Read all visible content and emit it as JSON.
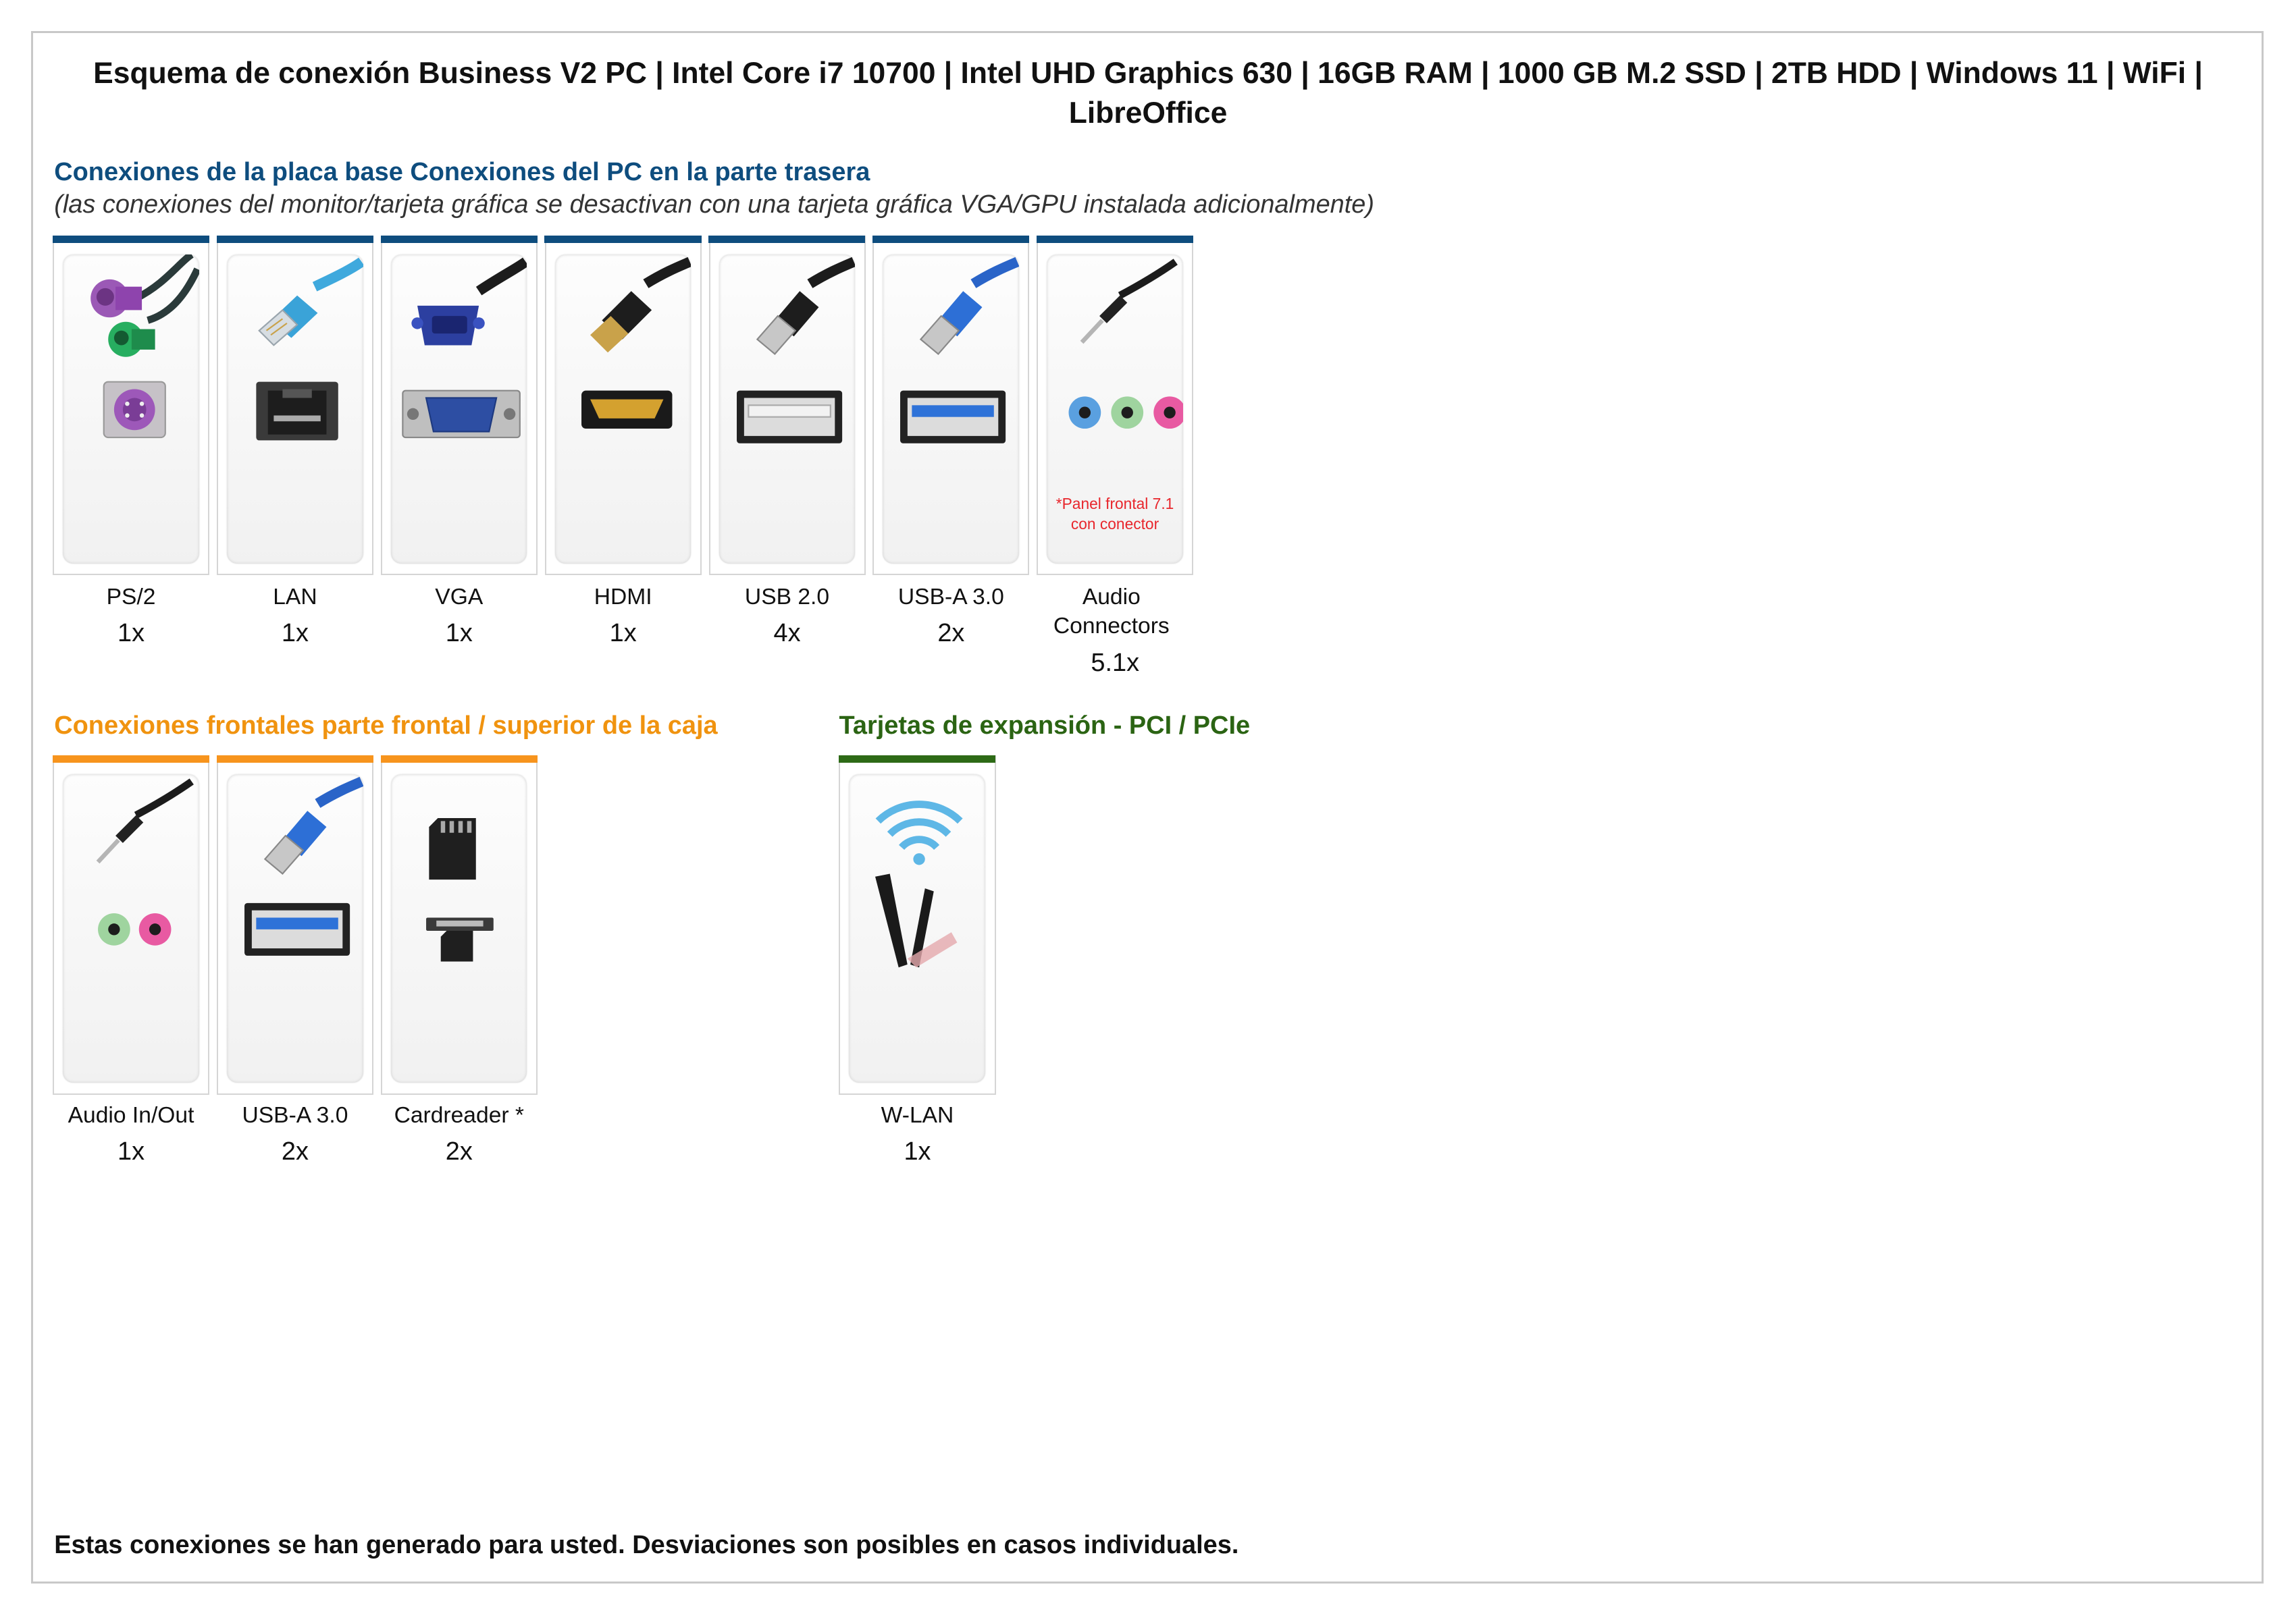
{
  "title": "Esquema de conexión Business V2 PC | Intel Core i7 10700 | Intel UHD Graphics 630 | 16GB RAM | 1000 GB M.2 SSD | 2TB HDD | Windows 11 | WiFi | LibreOffice",
  "rear": {
    "heading": "Conexiones de la placa base Conexiones del PC en la parte trasera",
    "subtitle": "(las conexiones del monitor/tarjeta gráfica se desactivan con una tarjeta gráfica VGA/GPU instalada adicionalmente)",
    "items": [
      {
        "label": "PS/2",
        "count": "1x",
        "icon": "ps2-icon"
      },
      {
        "label": "LAN",
        "count": "1x",
        "icon": "lan-icon"
      },
      {
        "label": "VGA",
        "count": "1x",
        "icon": "vga-icon"
      },
      {
        "label": "HDMI",
        "count": "1x",
        "icon": "hdmi-icon"
      },
      {
        "label": "USB 2.0",
        "count": "4x",
        "icon": "usb2-icon"
      },
      {
        "label": "USB-A 3.0",
        "count": "2x",
        "icon": "usb3-icon"
      },
      {
        "label": "Audio Connectors",
        "count": "5.1x",
        "icon": "audio-connectors-icon",
        "note": "*Panel frontal 7.1 con conector"
      }
    ]
  },
  "front": {
    "heading": "Conexiones frontales parte frontal / superior de la caja",
    "items": [
      {
        "label": "Audio In/Out",
        "count": "1x",
        "icon": "audio-in-out-icon"
      },
      {
        "label": "USB-A 3.0",
        "count": "2x",
        "icon": "usb3-icon"
      },
      {
        "label": "Cardreader *",
        "count": "2x",
        "icon": "cardreader-icon"
      }
    ]
  },
  "expansion": {
    "heading": "Tarjetas de expansión - PCI / PCIe",
    "items": [
      {
        "label": "W-LAN",
        "count": "1x",
        "icon": "wlan-icon"
      }
    ]
  },
  "footer": "Estas conexiones se han generado para usted. Desviaciones son posibles en casos individuales.",
  "colors": {
    "rear_accent": "#0e4d7e",
    "front_accent": "#f7941d",
    "expansion_accent": "#2d6a16",
    "note_red": "#e8262c"
  }
}
